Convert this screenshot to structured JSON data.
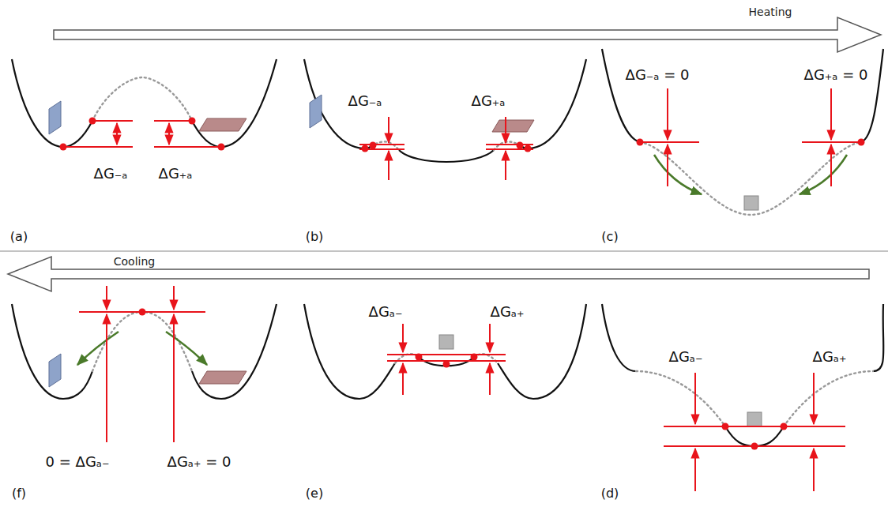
{
  "diagram": {
    "labels": [
      "Heating",
      "ΔG₋ₐ",
      "ΔG₊ₐ",
      "(a)",
      "ΔG₋ₐ",
      "ΔG₊ₐ",
      "(b)",
      "ΔG₋ₐ = 0",
      "ΔG₊ₐ = 0",
      "(c)",
      "Cooling",
      "0 = ΔGₐ₋",
      "ΔGₐ₊ = 0",
      "(f)",
      "ΔGₐ₋",
      "ΔGₐ₊",
      "(e)",
      "ΔGₐ₋",
      "ΔGₐ₊",
      "(d)"
    ]
  }
}
